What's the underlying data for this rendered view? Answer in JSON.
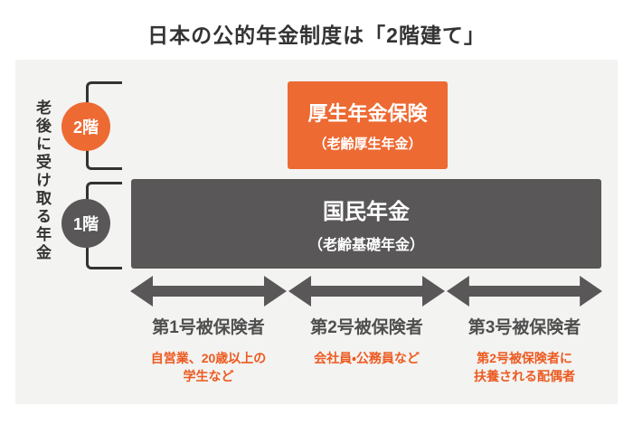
{
  "title": "日本の公的年金制度は「2階建て」",
  "side_label": "老後に受け取る年金",
  "colors": {
    "accent_orange": "#ED6A33",
    "dark_gray": "#595757",
    "panel_background": "#F3F3F1",
    "title_text": "#333333",
    "orange_text": "#ED5A20"
  },
  "floors": [
    {
      "badge": "2階",
      "box_title": "厚生年金保険",
      "box_subtitle": "（老齢厚生年金）"
    },
    {
      "badge": "1階",
      "box_title": "国民年金",
      "box_subtitle": "（老齢基礎年金）"
    }
  ],
  "categories": [
    {
      "label": "第1号被保険者",
      "description": "自営業、20歳以上の\n学生など"
    },
    {
      "label": "第2号被保険者",
      "description": "会社員・公務員など"
    },
    {
      "label": "第3号被保険者",
      "description": "第2号被保険者に\n扶養される配偶者"
    }
  ]
}
